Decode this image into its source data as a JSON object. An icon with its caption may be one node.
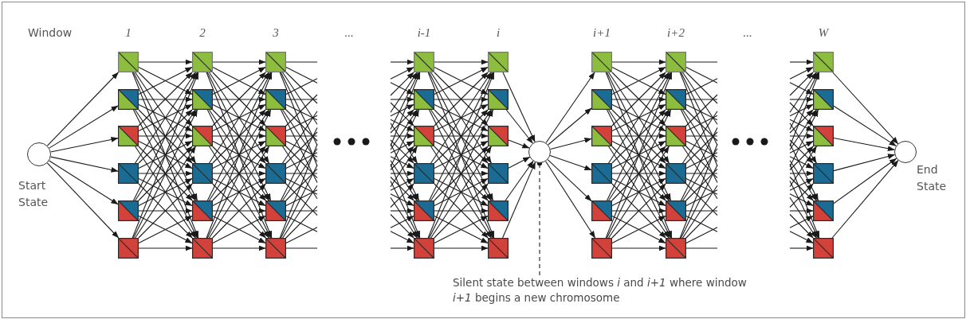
{
  "diagram": {
    "nodes": [
      {
        "text": [],
        "shape": "circle",
        "beside": [
          "Start State"
        ]
      },
      {
        "text": [],
        "shape": "box"
      },
      {
        "text": [],
        "shape": "box"
      },
      {
        "text": [],
        "shape": "box"
      },
      {
        "text": [],
        "shape": "box"
      },
      {
        "text": [],
        "shape": "box"
      },
      {
        "text": [],
        "shape": "box"
      },
      {
        "text": [],
        "shape": "box"
      },
      {
        "text": [],
        "shape": "box"
      },
      {
        "text": [],
        "shape": "box"
      },
      {
        "text": [],
        "shape": "box"
      },
      {
        "text": [],
        "shape": "box"
      },
      {
        "text": [],
        "shape": "box"
      },
      {
        "text": [],
        "shape": "box"
      },
      {
        "text": [],
        "shape": "box"
      },
      {
        "text": [],
        "shape": "box"
      },
      {
        "text": [],
        "shape": "box"
      },
      {
        "text": [],
        "shape": "box"
      },
      {
        "text": [],
        "shape": "box"
      },
      {
        "text": [],
        "shape": "box"
      },
      {
        "text": [],
        "shape": "box"
      },
      {
        "text": [],
        "shape": "box"
      },
      {
        "text": [],
        "shape": "box"
      },
      {
        "text": [],
        "shape": "box"
      },
      {
        "text": [],
        "shape": "box"
      },
      {
        "text": [],
        "shape": "box"
      },
      {
        "text": [],
        "shape": "box"
      },
      {
        "text": [],
        "shape": "box"
      },
      {
        "text": [],
        "shape": "box"
      },
      {
        "text": [],
        "shape": "box"
      },
      {
        "text": [],
        "shape": "box"
      },
      {
        "text": [],
        "shape": "circle"
      },
      {
        "text": [],
        "shape": "box"
      },
      {
        "text": [],
        "shape": "box"
      },
      {
        "text": [],
        "shape": "box"
      },
      {
        "text": [],
        "shape": "box"
      },
      {
        "text": [],
        "shape": "box"
      },
      {
        "text": [],
        "shape": "box"
      },
      {
        "text": [],
        "shape": "box"
      },
      {
        "text": [],
        "shape": "box"
      },
      {
        "text": [],
        "shape": "box"
      },
      {
        "text": [],
        "shape": "box"
      },
      {
        "text": [],
        "shape": "box"
      },
      {
        "text": [],
        "shape": "box"
      },
      {
        "text": [],
        "shape": "box"
      },
      {
        "text": [],
        "shape": "box"
      },
      {
        "text": [],
        "shape": "box"
      },
      {
        "text": [],
        "shape": "box"
      },
      {
        "text": [],
        "shape": "box"
      },
      {
        "text": [],
        "shape": "box"
      },
      {
        "text": [],
        "shape": "circle",
        "beside": [
          "End State"
        ]
      },
      {
        "text": [
          "Silent state between  windows *i* and *i+1* where window *i+1* begins a new chromosome"
        ]
      }
    ],
    "edges": [
      {
        "from": 0,
        "to": 1,
        "arrow": "to"
      },
      {
        "from": 0,
        "to": 2,
        "arrow": "to"
      },
      {
        "from": 0,
        "to": 3,
        "arrow": "to"
      },
      {
        "from": 0,
        "to": 4,
        "arrow": "to"
      },
      {
        "from": 0,
        "to": 5,
        "arrow": "to"
      },
      {
        "from": 0,
        "to": 6,
        "arrow": "to"
      },
      {
        "from": 1,
        "to": 7,
        "arrow": "to"
      },
      {
        "from": 1,
        "to": 8,
        "arrow": "to"
      },
      {
        "from": 1,
        "to": 9,
        "arrow": "to"
      },
      {
        "from": 1,
        "to": 10,
        "arrow": "to"
      },
      {
        "from": 1,
        "to": 11,
        "arrow": "to"
      },
      {
        "from": 1,
        "to": 12,
        "arrow": "to"
      },
      {
        "from": 2,
        "to": 7,
        "arrow": "to"
      },
      {
        "from": 2,
        "to": 8,
        "arrow": "to"
      },
      {
        "from": 2,
        "to": 9,
        "arrow": "to"
      },
      {
        "from": 2,
        "to": 10,
        "arrow": "to"
      },
      {
        "from": 2,
        "to": 11,
        "arrow": "to"
      },
      {
        "from": 2,
        "to": 12,
        "arrow": "to"
      },
      {
        "from": 3,
        "to": 7,
        "arrow": "to"
      },
      {
        "from": 3,
        "to": 8,
        "arrow": "to"
      },
      {
        "from": 3,
        "to": 9,
        "arrow": "to"
      },
      {
        "from": 3,
        "to": 10,
        "arrow": "to"
      },
      {
        "from": 3,
        "to": 11,
        "arrow": "to"
      },
      {
        "from": 3,
        "to": 12,
        "arrow": "to"
      },
      {
        "from": 4,
        "to": 7,
        "arrow": "to"
      },
      {
        "from": 4,
        "to": 8,
        "arrow": "to"
      },
      {
        "from": 4,
        "to": 9,
        "arrow": "to"
      },
      {
        "from": 4,
        "to": 10,
        "arrow": "to"
      },
      {
        "from": 4,
        "to": 11,
        "arrow": "to"
      },
      {
        "from": 4,
        "to": 12,
        "arrow": "to"
      },
      {
        "from": 5,
        "to": 7,
        "arrow": "to"
      },
      {
        "from": 5,
        "to": 8,
        "arrow": "to"
      },
      {
        "from": 5,
        "to": 9,
        "arrow": "to"
      },
      {
        "from": 5,
        "to": 10,
        "arrow": "to"
      },
      {
        "from": 5,
        "to": 11,
        "arrow": "to"
      },
      {
        "from": 5,
        "to": 12,
        "arrow": "to"
      },
      {
        "from": 6,
        "to": 7,
        "arrow": "to"
      },
      {
        "from": 6,
        "to": 8,
        "arrow": "to"
      },
      {
        "from": 6,
        "to": 9,
        "arrow": "to"
      },
      {
        "from": 6,
        "to": 10,
        "arrow": "to"
      },
      {
        "from": 6,
        "to": 11,
        "arrow": "to"
      },
      {
        "from": 6,
        "to": 12,
        "arrow": "to"
      },
      {
        "from": 7,
        "to": 13,
        "arrow": "to"
      },
      {
        "from": 7,
        "to": 14,
        "arrow": "to"
      },
      {
        "from": 7,
        "to": 15,
        "arrow": "to"
      },
      {
        "from": 7,
        "to": 16,
        "arrow": "to"
      },
      {
        "from": 7,
        "to": 17,
        "arrow": "to"
      },
      {
        "from": 7,
        "to": 18,
        "arrow": "to"
      },
      {
        "from": 8,
        "to": 13,
        "arrow": "to"
      },
      {
        "from": 8,
        "to": 14,
        "arrow": "to"
      },
      {
        "from": 8,
        "to": 15,
        "arrow": "to"
      },
      {
        "from": 8,
        "to": 16,
        "arrow": "to"
      },
      {
        "from": 8,
        "to": 17,
        "arrow": "to"
      },
      {
        "from": 8,
        "to": 18,
        "arrow": "to"
      },
      {
        "from": 9,
        "to": 13,
        "arrow": "to"
      },
      {
        "from": 9,
        "to": 14,
        "arrow": "to"
      },
      {
        "from": 9,
        "to": 15,
        "arrow": "to"
      },
      {
        "from": 9,
        "to": 16,
        "arrow": "to"
      },
      {
        "from": 9,
        "to": 17,
        "arrow": "to"
      },
      {
        "from": 9,
        "to": 18,
        "arrow": "to"
      },
      {
        "from": 10,
        "to": 13,
        "arrow": "to"
      },
      {
        "from": 10,
        "to": 14,
        "arrow": "to"
      },
      {
        "from": 10,
        "to": 15,
        "arrow": "to"
      },
      {
        "from": 10,
        "to": 16,
        "arrow": "to"
      },
      {
        "from": 10,
        "to": 17,
        "arrow": "to"
      },
      {
        "from": 10,
        "to": 18,
        "arrow": "to"
      },
      {
        "from": 11,
        "to": 13,
        "arrow": "to"
      },
      {
        "from": 11,
        "to": 14,
        "arrow": "to"
      },
      {
        "from": 11,
        "to": 15,
        "arrow": "to"
      },
      {
        "from": 11,
        "to": 16,
        "arrow": "to"
      },
      {
        "from": 11,
        "to": 17,
        "arrow": "to"
      },
      {
        "from": 11,
        "to": 18,
        "arrow": "to"
      },
      {
        "from": 12,
        "to": 13,
        "arrow": "to"
      },
      {
        "from": 12,
        "to": 14,
        "arrow": "to"
      },
      {
        "from": 12,
        "to": 15,
        "arrow": "to"
      },
      {
        "from": 12,
        "to": 16,
        "arrow": "to"
      },
      {
        "from": 12,
        "to": 17,
        "arrow": "to"
      },
      {
        "from": 12,
        "to": 18,
        "arrow": "to"
      },
      {
        "from": 13,
        "to": null,
        "arrow": "none"
      },
      {
        "from": 13,
        "to": null,
        "arrow": "none"
      },
      {
        "from": 13,
        "to": null,
        "arrow": "none"
      },
      {
        "from": 13,
        "to": null,
        "arrow": "none"
      },
      {
        "from": 13,
        "to": null,
        "arrow": "none"
      },
      {
        "from": 13,
        "to": null,
        "arrow": "none"
      },
      {
        "from": 14,
        "to": null,
        "arrow": "none"
      },
      {
        "from": 14,
        "to": null,
        "arrow": "none"
      },
      {
        "from": 14,
        "to": null,
        "arrow": "none"
      },
      {
        "from": 14,
        "to": null,
        "arrow": "none"
      },
      {
        "from": 14,
        "to": null,
        "arrow": "none"
      },
      {
        "from": 14,
        "to": null,
        "arrow": "none"
      },
      {
        "from": 15,
        "to": null,
        "arrow": "none"
      },
      {
        "from": 15,
        "to": null,
        "arrow": "none"
      },
      {
        "from": 15,
        "to": null,
        "arrow": "none"
      },
      {
        "from": 15,
        "to": null,
        "arrow": "none"
      },
      {
        "from": 15,
        "to": null,
        "arrow": "none"
      },
      {
        "from": 15,
        "to": null,
        "arrow": "none"
      },
      {
        "from": 16,
        "to": null,
        "arrow": "none"
      },
      {
        "from": 16,
        "to": null,
        "arrow": "none"
      },
      {
        "from": 16,
        "to": null,
        "arrow": "none"
      },
      {
        "from": 16,
        "to": null,
        "arrow": "none"
      },
      {
        "from": 16,
        "to": null,
        "arrow": "none"
      },
      {
        "from": 16,
        "to": null,
        "arrow": "none"
      },
      {
        "from": 17,
        "to": null,
        "arrow": "none"
      },
      {
        "from": 17,
        "to": null,
        "arrow": "none"
      },
      {
        "from": 17,
        "to": null,
        "arrow": "none"
      },
      {
        "from": 17,
        "to": null,
        "arrow": "none"
      },
      {
        "from": 17,
        "to": null,
        "arrow": "none"
      },
      {
        "from": 17,
        "to": null,
        "arrow": "none"
      },
      {
        "from": 18,
        "to": null,
        "arrow": "none"
      },
      {
        "from": 18,
        "to": null,
        "arrow": "none"
      },
      {
        "from": 18,
        "to": null,
        "arrow": "none"
      },
      {
        "from": 18,
        "to": null,
        "arrow": "none"
      },
      {
        "from": 18,
        "to": null,
        "arrow": "none"
      },
      {
        "from": 18,
        "to": null,
        "arrow": "none"
      },
      {
        "from": null,
        "to": 19,
        "arrow": "to"
      },
      {
        "from": null,
        "to": 19,
        "arrow": "to"
      },
      {
        "from": null,
        "to": 19,
        "arrow": "to"
      },
      {
        "from": null,
        "to": 19,
        "arrow": "to"
      },
      {
        "from": null,
        "to": 19,
        "arrow": "to"
      },
      {
        "from": null,
        "to": 19,
        "arrow": "to"
      },
      {
        "from": null,
        "to": 20,
        "arrow": "to"
      },
      {
        "from": null,
        "to": 20,
        "arrow": "to"
      },
      {
        "from": null,
        "to": 20,
        "arrow": "to"
      },
      {
        "from": null,
        "to": 20,
        "arrow": "to"
      },
      {
        "from": null,
        "to": 20,
        "arrow": "to"
      },
      {
        "from": null,
        "to": 20,
        "arrow": "to"
      },
      {
        "from": null,
        "to": 21,
        "arrow": "to"
      },
      {
        "from": null,
        "to": 21,
        "arrow": "to"
      },
      {
        "from": null,
        "to": 21,
        "arrow": "to"
      },
      {
        "from": null,
        "to": 21,
        "arrow": "to"
      },
      {
        "from": null,
        "to": 21,
        "arrow": "to"
      },
      {
        "from": null,
        "to": 21,
        "arrow": "to"
      },
      {
        "from": null,
        "to": 22,
        "arrow": "to"
      },
      {
        "from": null,
        "to": 22,
        "arrow": "to"
      },
      {
        "from": null,
        "to": 22,
        "arrow": "to"
      },
      {
        "from": null,
        "to": 22,
        "arrow": "to"
      },
      {
        "from": null,
        "to": 22,
        "arrow": "to"
      },
      {
        "from": null,
        "to": 22,
        "arrow": "to"
      },
      {
        "from": null,
        "to": 23,
        "arrow": "to"
      },
      {
        "from": null,
        "to": 23,
        "arrow": "to"
      },
      {
        "from": null,
        "to": 23,
        "arrow": "to"
      },
      {
        "from": null,
        "to": 23,
        "arrow": "to"
      },
      {
        "from": null,
        "to": 23,
        "arrow": "to"
      },
      {
        "from": null,
        "to": 23,
        "arrow": "to"
      },
      {
        "from": null,
        "to": 24,
        "arrow": "to"
      },
      {
        "from": null,
        "to": 24,
        "arrow": "to"
      },
      {
        "from": null,
        "to": 24,
        "arrow": "to"
      },
      {
        "from": null,
        "to": 24,
        "arrow": "to"
      },
      {
        "from": null,
        "to": 24,
        "arrow": "to"
      },
      {
        "from": null,
        "to": 24,
        "arrow": "to"
      },
      {
        "from": 19,
        "to": 25,
        "arrow": "to"
      },
      {
        "from": 19,
        "to": 26,
        "arrow": "to"
      },
      {
        "from": 19,
        "to": 27,
        "arrow": "to"
      },
      {
        "from": 19,
        "to": 28,
        "arrow": "to"
      },
      {
        "from": 19,
        "to": 29,
        "arrow": "to"
      },
      {
        "from": 19,
        "to": 30,
        "arrow": "to"
      },
      {
        "from": 20,
        "to": 25,
        "arrow": "to"
      },
      {
        "from": 20,
        "to": 26,
        "arrow": "to"
      },
      {
        "from": 20,
        "to": 27,
        "arrow": "to"
      },
      {
        "from": 20,
        "to": 28,
        "arrow": "to"
      },
      {
        "from": 20,
        "to": 29,
        "arrow": "to"
      },
      {
        "from": 20,
        "to": 30,
        "arrow": "to"
      },
      {
        "from": 21,
        "to": 25,
        "arrow": "to"
      },
      {
        "from": 21,
        "to": 26,
        "arrow": "to"
      },
      {
        "from": 21,
        "to": 27,
        "arrow": "to"
      },
      {
        "from": 21,
        "to": 28,
        "arrow": "to"
      },
      {
        "from": 21,
        "to": 29,
        "arrow": "to"
      },
      {
        "from": 21,
        "to": 30,
        "arrow": "to"
      },
      {
        "from": 22,
        "to": 25,
        "arrow": "to"
      },
      {
        "from": 22,
        "to": 26,
        "arrow": "to"
      },
      {
        "from": 22,
        "to": 27,
        "arrow": "to"
      },
      {
        "from": 22,
        "to": 28,
        "arrow": "to"
      },
      {
        "from": 22,
        "to": 29,
        "arrow": "to"
      },
      {
        "from": 22,
        "to": 30,
        "arrow": "to"
      },
      {
        "from": 23,
        "to": 25,
        "arrow": "to"
      },
      {
        "from": 23,
        "to": 26,
        "arrow": "to"
      },
      {
        "from": 23,
        "to": 27,
        "arrow": "to"
      },
      {
        "from": 23,
        "to": 28,
        "arrow": "to"
      },
      {
        "from": 23,
        "to": 29,
        "arrow": "to"
      },
      {
        "from": 23,
        "to": 30,
        "arrow": "to"
      },
      {
        "from": 24,
        "to": 25,
        "arrow": "to"
      },
      {
        "from": 24,
        "to": 26,
        "arrow": "to"
      },
      {
        "from": 24,
        "to": 27,
        "arrow": "to"
      },
      {
        "from": 24,
        "to": 28,
        "arrow": "to"
      },
      {
        "from": 24,
        "to": 29,
        "arrow": "to"
      },
      {
        "from": 24,
        "to": 30,
        "arrow": "to"
      },
      {
        "from": 25,
        "to": 31,
        "arrow": "to"
      },
      {
        "from": 26,
        "to": 31,
        "arrow": "to"
      },
      {
        "from": 27,
        "to": 31,
        "arrow": "to"
      },
      {
        "from": 28,
        "to": 31,
        "arrow": "to"
      },
      {
        "from": 29,
        "to": 31,
        "arrow": "to"
      },
      {
        "from": 30,
        "to": 31,
        "arrow": "to"
      },
      {
        "from": 31,
        "to": 32,
        "arrow": "to"
      },
      {
        "from": 31,
        "to": 33,
        "arrow": "to"
      },
      {
        "from": 31,
        "to": 34,
        "arrow": "to"
      },
      {
        "from": 31,
        "to": 35,
        "arrow": "to"
      },
      {
        "from": 31,
        "to": 36,
        "arrow": "to"
      },
      {
        "from": 31,
        "to": 37,
        "arrow": "to"
      },
      {
        "from": 32,
        "to": 38,
        "arrow": "to"
      },
      {
        "from": 32,
        "to": 39,
        "arrow": "to"
      },
      {
        "from": 32,
        "to": 40,
        "arrow": "to"
      },
      {
        "from": 32,
        "to": 41,
        "arrow": "to"
      },
      {
        "from": 32,
        "to": 42,
        "arrow": "to"
      },
      {
        "from": 32,
        "to": 43,
        "arrow": "to"
      },
      {
        "from": 33,
        "to": 38,
        "arrow": "to"
      },
      {
        "from": 33,
        "to": 39,
        "arrow": "to"
      },
      {
        "from": 33,
        "to": 40,
        "arrow": "to"
      },
      {
        "from": 33,
        "to": 41,
        "arrow": "to"
      },
      {
        "from": 33,
        "to": 42,
        "arrow": "to"
      },
      {
        "from": 33,
        "to": 43,
        "arrow": "to"
      },
      {
        "from": 34,
        "to": 38,
        "arrow": "to"
      },
      {
        "from": 34,
        "to": 39,
        "arrow": "to"
      },
      {
        "from": 34,
        "to": 40,
        "arrow": "to"
      },
      {
        "from": 34,
        "to": 41,
        "arrow": "to"
      },
      {
        "from": 34,
        "to": 42,
        "arrow": "to"
      },
      {
        "from": 34,
        "to": 43,
        "arrow": "to"
      },
      {
        "from": 35,
        "to": 38,
        "arrow": "to"
      },
      {
        "from": 35,
        "to": 39,
        "arrow": "to"
      },
      {
        "from": 35,
        "to": 40,
        "arrow": "to"
      },
      {
        "from": 35,
        "to": 41,
        "arrow": "to"
      },
      {
        "from": 35,
        "to": 42,
        "arrow": "to"
      },
      {
        "from": 35,
        "to": 43,
        "arrow": "to"
      },
      {
        "from": 36,
        "to": 38,
        "arrow": "to"
      },
      {
        "from": 36,
        "to": 39,
        "arrow": "to"
      },
      {
        "from": 36,
        "to": 40,
        "arrow": "to"
      },
      {
        "from": 36,
        "to": 41,
        "arrow": "to"
      },
      {
        "from": 36,
        "to": 42,
        "arrow": "to"
      },
      {
        "from": 36,
        "to": 43,
        "arrow": "to"
      },
      {
        "from": 37,
        "to": 38,
        "arrow": "to"
      },
      {
        "from": 37,
        "to": 39,
        "arrow": "to"
      },
      {
        "from": 37,
        "to": 40,
        "arrow": "to"
      },
      {
        "from": 37,
        "to": 41,
        "arrow": "to"
      },
      {
        "from": 37,
        "to": 42,
        "arrow": "to"
      },
      {
        "from": 37,
        "to": 43,
        "arrow": "to"
      },
      {
        "from": 38,
        "to": null,
        "arrow": "none"
      },
      {
        "from": 38,
        "to": null,
        "arrow": "none"
      },
      {
        "from": 38,
        "to": null,
        "arrow": "none"
      },
      {
        "from": 38,
        "to": null,
        "arrow": "none"
      },
      {
        "from": 38,
        "to": null,
        "arrow": "none"
      },
      {
        "from": 38,
        "to": null,
        "arrow": "none"
      },
      {
        "from": 39,
        "to": null,
        "arrow": "none"
      },
      {
        "from": 39,
        "to": null,
        "arrow": "none"
      },
      {
        "from": 39,
        "to": null,
        "arrow": "none"
      },
      {
        "from": 39,
        "to": null,
        "arrow": "none"
      },
      {
        "from": 39,
        "to": null,
        "arrow": "none"
      },
      {
        "from": 39,
        "to": null,
        "arrow": "none"
      },
      {
        "from": 40,
        "to": null,
        "arrow": "none"
      },
      {
        "from": 40,
        "to": null,
        "arrow": "none"
      },
      {
        "from": 40,
        "to": null,
        "arrow": "none"
      },
      {
        "from": 40,
        "to": null,
        "arrow": "none"
      },
      {
        "from": 40,
        "to": null,
        "arrow": "none"
      },
      {
        "from": 40,
        "to": null,
        "arrow": "none"
      },
      {
        "from": 41,
        "to": null,
        "arrow": "none"
      },
      {
        "from": 41,
        "to": null,
        "arrow": "none"
      },
      {
        "from": 41,
        "to": null,
        "arrow": "none"
      },
      {
        "from": 41,
        "to": null,
        "arrow": "none"
      },
      {
        "from": 41,
        "to": null,
        "arrow": "none"
      },
      {
        "from": 41,
        "to": null,
        "arrow": "none"
      },
      {
        "from": 42,
        "to": null,
        "arrow": "none"
      },
      {
        "from": 42,
        "to": null,
        "arrow": "none"
      },
      {
        "from": 42,
        "to": null,
        "arrow": "none"
      },
      {
        "from": 42,
        "to": null,
        "arrow": "none"
      },
      {
        "from": 42,
        "to": null,
        "arrow": "none"
      },
      {
        "from": 42,
        "to": null,
        "arrow": "none"
      },
      {
        "from": 43,
        "to": null,
        "arrow": "none"
      },
      {
        "from": 43,
        "to": null,
        "arrow": "none"
      },
      {
        "from": 43,
        "to": null,
        "arrow": "none"
      },
      {
        "from": 43,
        "to": null,
        "arrow": "none"
      },
      {
        "from": 43,
        "to": null,
        "arrow": "none"
      },
      {
        "from": 43,
        "to": null,
        "arrow": "none"
      },
      {
        "from": null,
        "to": 44,
        "arrow": "to"
      },
      {
        "from": null,
        "to": 44,
        "arrow": "to"
      },
      {
        "from": null,
        "to": 44,
        "arrow": "to"
      },
      {
        "from": null,
        "to": 44,
        "arrow": "to"
      },
      {
        "from": null,
        "to": 44,
        "arrow": "to"
      },
      {
        "from": null,
        "to": 44,
        "arrow": "to"
      },
      {
        "from": null,
        "to": 45,
        "arrow": "to"
      },
      {
        "from": null,
        "to": 45,
        "arrow": "to"
      },
      {
        "from": null,
        "to": 45,
        "arrow": "to"
      },
      {
        "from": null,
        "to": 45,
        "arrow": "to"
      },
      {
        "from": null,
        "to": 45,
        "arrow": "to"
      },
      {
        "from": null,
        "to": 45,
        "arrow": "to"
      },
      {
        "from": null,
        "to": 46,
        "arrow": "to"
      },
      {
        "from": null,
        "to": 46,
        "arrow": "to"
      },
      {
        "from": null,
        "to": 46,
        "arrow": "to"
      },
      {
        "from": null,
        "to": 46,
        "arrow": "to"
      },
      {
        "from": null,
        "to": 46,
        "arrow": "to"
      },
      {
        "from": null,
        "to": 46,
        "arrow": "to"
      },
      {
        "from": null,
        "to": 47,
        "arrow": "to"
      },
      {
        "from": null,
        "to": 47,
        "arrow": "to"
      },
      {
        "from": null,
        "to": 47,
        "arrow": "to"
      },
      {
        "from": null,
        "to": 47,
        "arrow": "to"
      },
      {
        "from": null,
        "to": 47,
        "arrow": "to"
      },
      {
        "from": null,
        "to": 47,
        "arrow": "to"
      },
      {
        "from": null,
        "to": 48,
        "arrow": "to"
      },
      {
        "from": null,
        "to": 48,
        "arrow": "to"
      },
      {
        "from": null,
        "to": 48,
        "arrow": "to"
      },
      {
        "from": null,
        "to": 48,
        "arrow": "to"
      },
      {
        "from": null,
        "to": 48,
        "arrow": "to"
      },
      {
        "from": null,
        "to": 48,
        "arrow": "to"
      },
      {
        "from": null,
        "to": 49,
        "arrow": "to"
      },
      {
        "from": null,
        "to": 49,
        "arrow": "to"
      },
      {
        "from": null,
        "to": 49,
        "arrow": "to"
      },
      {
        "from": null,
        "to": 49,
        "arrow": "to"
      },
      {
        "from": null,
        "to": 49,
        "arrow": "to"
      },
      {
        "from": null,
        "to": 49,
        "arrow": "to"
      },
      {
        "from": 44,
        "to": 50,
        "arrow": "to"
      },
      {
        "from": 45,
        "to": 50,
        "arrow": "to"
      },
      {
        "from": 46,
        "to": 50,
        "arrow": "to"
      },
      {
        "from": 47,
        "to": 50,
        "arrow": "to"
      },
      {
        "from": 48,
        "to": 50,
        "arrow": "to"
      },
      {
        "from": 49,
        "to": 50,
        "arrow": "to"
      },
      {
        "from": 51,
        "to": 31,
        "arrow": "other",
        "style": "dashed"
      }
    ],
    "labels": [
      "Window",
      "1",
      "2",
      "3",
      "...",
      "i-1",
      "i",
      "i+1",
      "i+2",
      "...",
      "W"
    ]
  }
}
